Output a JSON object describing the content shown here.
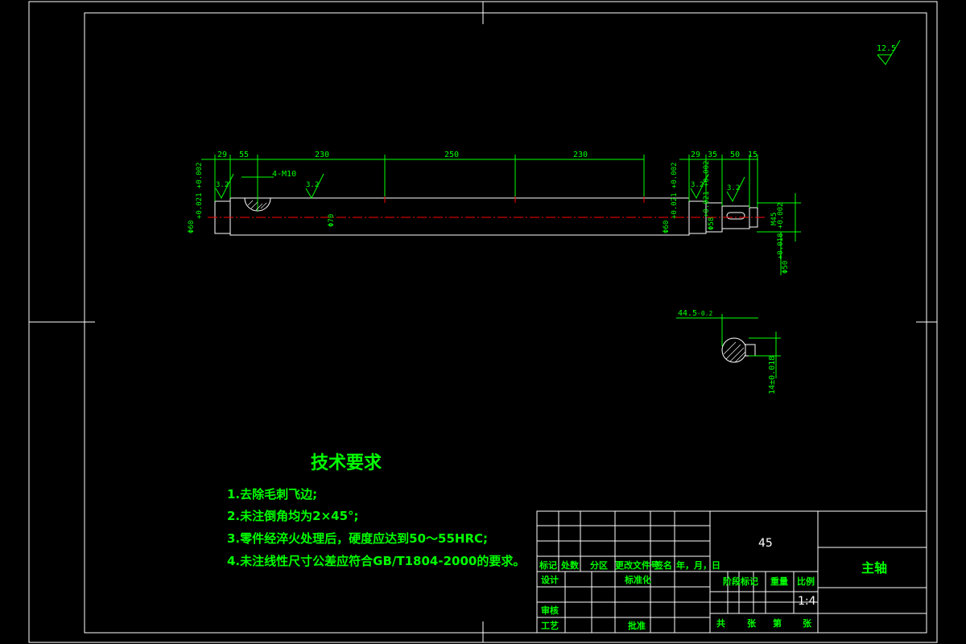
{
  "drawing": {
    "surface_roughness": "12.5",
    "roughness_marks": [
      "3.2",
      "3.2",
      "3.2",
      "3.2"
    ],
    "dimensions_top": [
      "29",
      "55",
      "230",
      "250",
      "230",
      "29",
      "35",
      "50",
      "15"
    ],
    "keyway_label": "4-M10",
    "diameter_labels": {
      "left_end": "Φ60",
      "left_tol": "+0.021 +0.002",
      "body": "Φ70",
      "right_bearing": "Φ60",
      "right_tol": "+0.021 +0.002",
      "right_mid": "Φ58",
      "right_mid_tol": "+0.021 +0.002",
      "thread": "M45",
      "right_lower": "Φ50",
      "right_lower_tol": "+0.018 +0.002"
    },
    "section": {
      "width_label": "44.5",
      "width_tol": "-0.2",
      "key_label": "14±0.018"
    }
  },
  "tech_requirements": {
    "title": "技术要求",
    "items": [
      "1.去除毛刺飞边;",
      "2.未注倒角均为2×45°;",
      "3.零件经淬火处理后，硬度应达到50～55HRC;",
      "4.未注线性尺寸公差应符合GB/T1804-2000的要求。"
    ]
  },
  "title_block": {
    "material": "45",
    "part_name": "主轴",
    "headers": [
      "标记",
      "处数",
      "分区",
      "更改文件号",
      "签名",
      "年，月，日"
    ],
    "design": "设计",
    "standardization": "标准化",
    "review": "审核",
    "process": "工艺",
    "approve": "批准",
    "stage_mark": "阶段标记",
    "weight": "重量",
    "scale_label": "比例",
    "scale_value": "1:4",
    "sheets": [
      "共",
      "张",
      "第",
      "张"
    ]
  },
  "colors": {
    "outline": "#ffffff",
    "dimension": "#00ff00",
    "centerline": "#ff0000"
  }
}
